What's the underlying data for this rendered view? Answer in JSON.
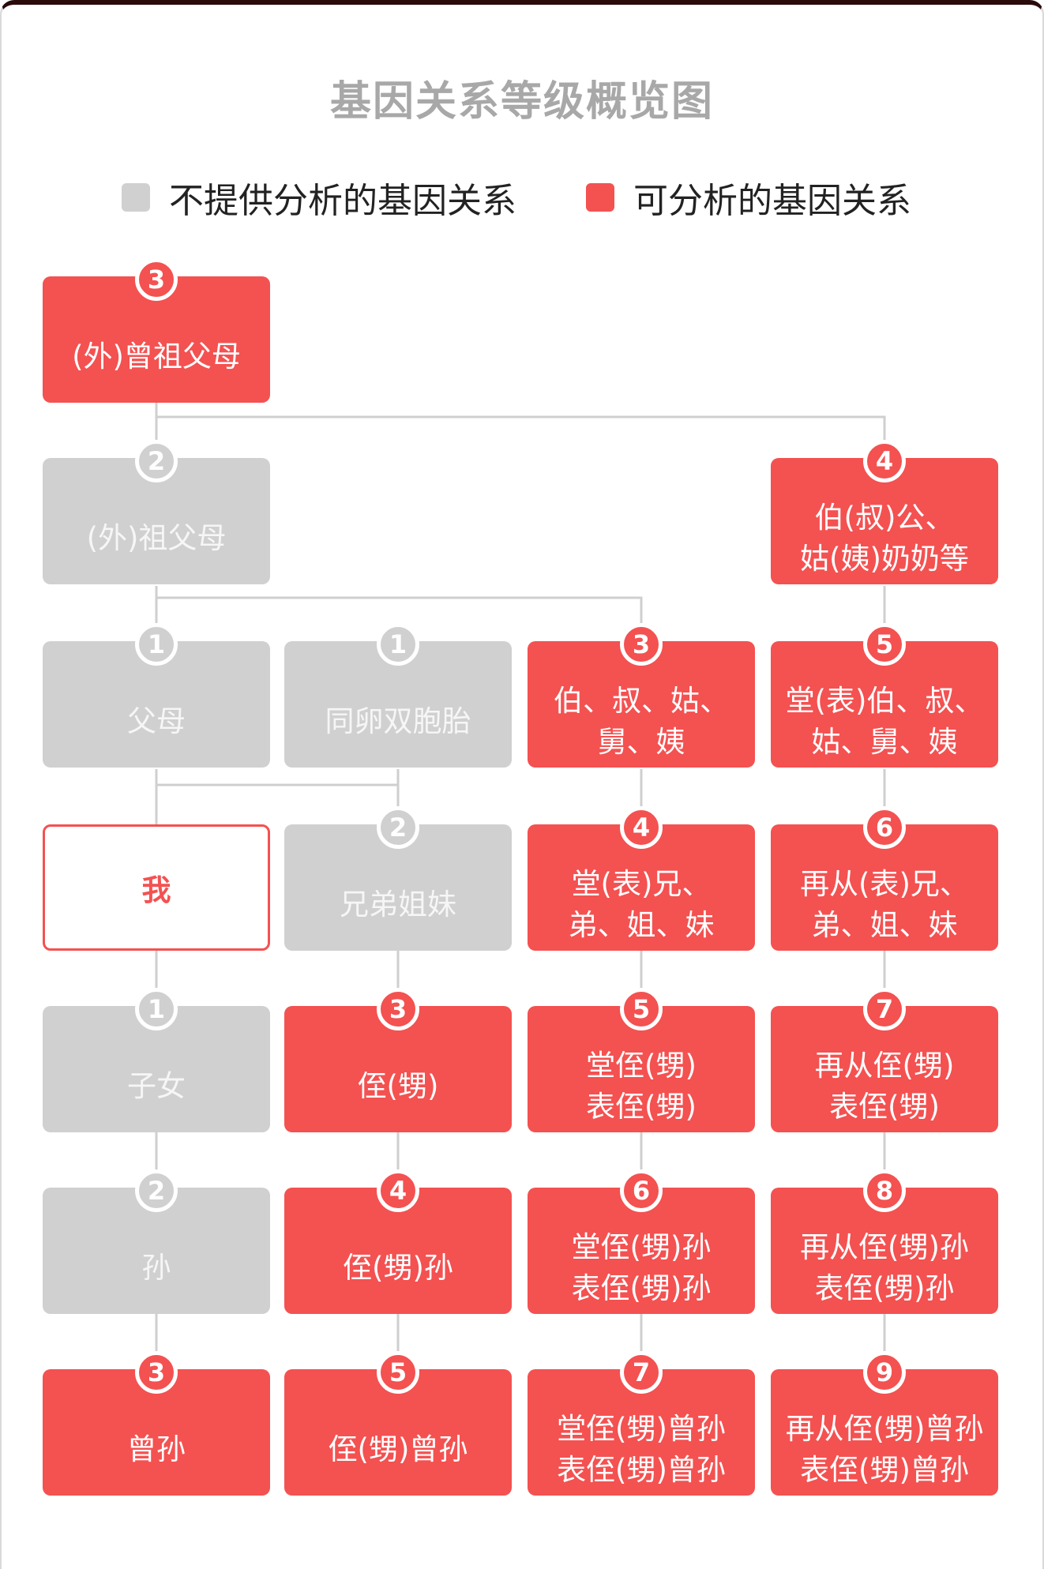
{
  "title": "基因关系等级概览图",
  "legend": [
    {
      "label": "不提供分析的基因关系",
      "color": "#d0d0d0"
    },
    {
      "label": "可分析的基因关系",
      "color": "#f45151"
    }
  ],
  "colors": {
    "analyzable": "#f45151",
    "not_analyzable": "#d0d0d0",
    "line": "#cfcfcf"
  },
  "nodes": [
    {
      "id": "great-grandparents",
      "label": "(外)曾祖父母",
      "degree": "3",
      "type": "red"
    },
    {
      "id": "grandparents",
      "label": "(外)祖父母",
      "degree": "2",
      "type": "grey"
    },
    {
      "id": "grand-uncles-aunts",
      "label": "伯(叔)公、\n姑(姨)奶奶等",
      "degree": "4",
      "type": "red"
    },
    {
      "id": "parents",
      "label": "父母",
      "degree": "1",
      "type": "grey"
    },
    {
      "id": "identical-twin",
      "label": "同卵双胞胎",
      "degree": "1",
      "type": "grey"
    },
    {
      "id": "uncles-aunts",
      "label": "伯、叔、姑、\n舅、姨",
      "degree": "3",
      "type": "red"
    },
    {
      "id": "parents-cousins",
      "label": "堂(表)伯、叔、\n姑、舅、姨",
      "degree": "5",
      "type": "red"
    },
    {
      "id": "self",
      "label": "我",
      "degree": "",
      "type": "self"
    },
    {
      "id": "siblings",
      "label": "兄弟姐妹",
      "degree": "2",
      "type": "grey"
    },
    {
      "id": "first-cousins",
      "label": "堂(表)兄、\n弟、姐、妹",
      "degree": "4",
      "type": "red"
    },
    {
      "id": "second-cousins",
      "label": "再从(表)兄、\n弟、姐、妹",
      "degree": "6",
      "type": "red"
    },
    {
      "id": "children",
      "label": "子女",
      "degree": "1",
      "type": "grey"
    },
    {
      "id": "nephews-nieces",
      "label": "侄(甥)",
      "degree": "3",
      "type": "red"
    },
    {
      "id": "first-cousins-children",
      "label": "堂侄(甥)\n表侄(甥)",
      "degree": "5",
      "type": "red"
    },
    {
      "id": "second-cousins-children",
      "label": "再从侄(甥)\n表侄(甥)",
      "degree": "7",
      "type": "red"
    },
    {
      "id": "grandchildren",
      "label": "孙",
      "degree": "2",
      "type": "grey"
    },
    {
      "id": "grandnephews",
      "label": "侄(甥)孙",
      "degree": "4",
      "type": "red"
    },
    {
      "id": "first-cousins-grandchildren",
      "label": "堂侄(甥)孙\n表侄(甥)孙",
      "degree": "6",
      "type": "red"
    },
    {
      "id": "second-cousins-grandchildren",
      "label": "再从侄(甥)孙\n表侄(甥)孙",
      "degree": "8",
      "type": "red"
    },
    {
      "id": "great-grandchildren",
      "label": "曾孙",
      "degree": "3",
      "type": "red"
    },
    {
      "id": "great-grandnephews",
      "label": "侄(甥)曾孙",
      "degree": "5",
      "type": "red"
    },
    {
      "id": "first-cousins-great-grandchildren",
      "label": "堂侄(甥)曾孙\n表侄(甥)曾孙",
      "degree": "7",
      "type": "red"
    },
    {
      "id": "second-cousins-great-grandchildren",
      "label": "再从侄(甥)曾孙\n表侄(甥)曾孙",
      "degree": "9",
      "type": "red"
    }
  ]
}
